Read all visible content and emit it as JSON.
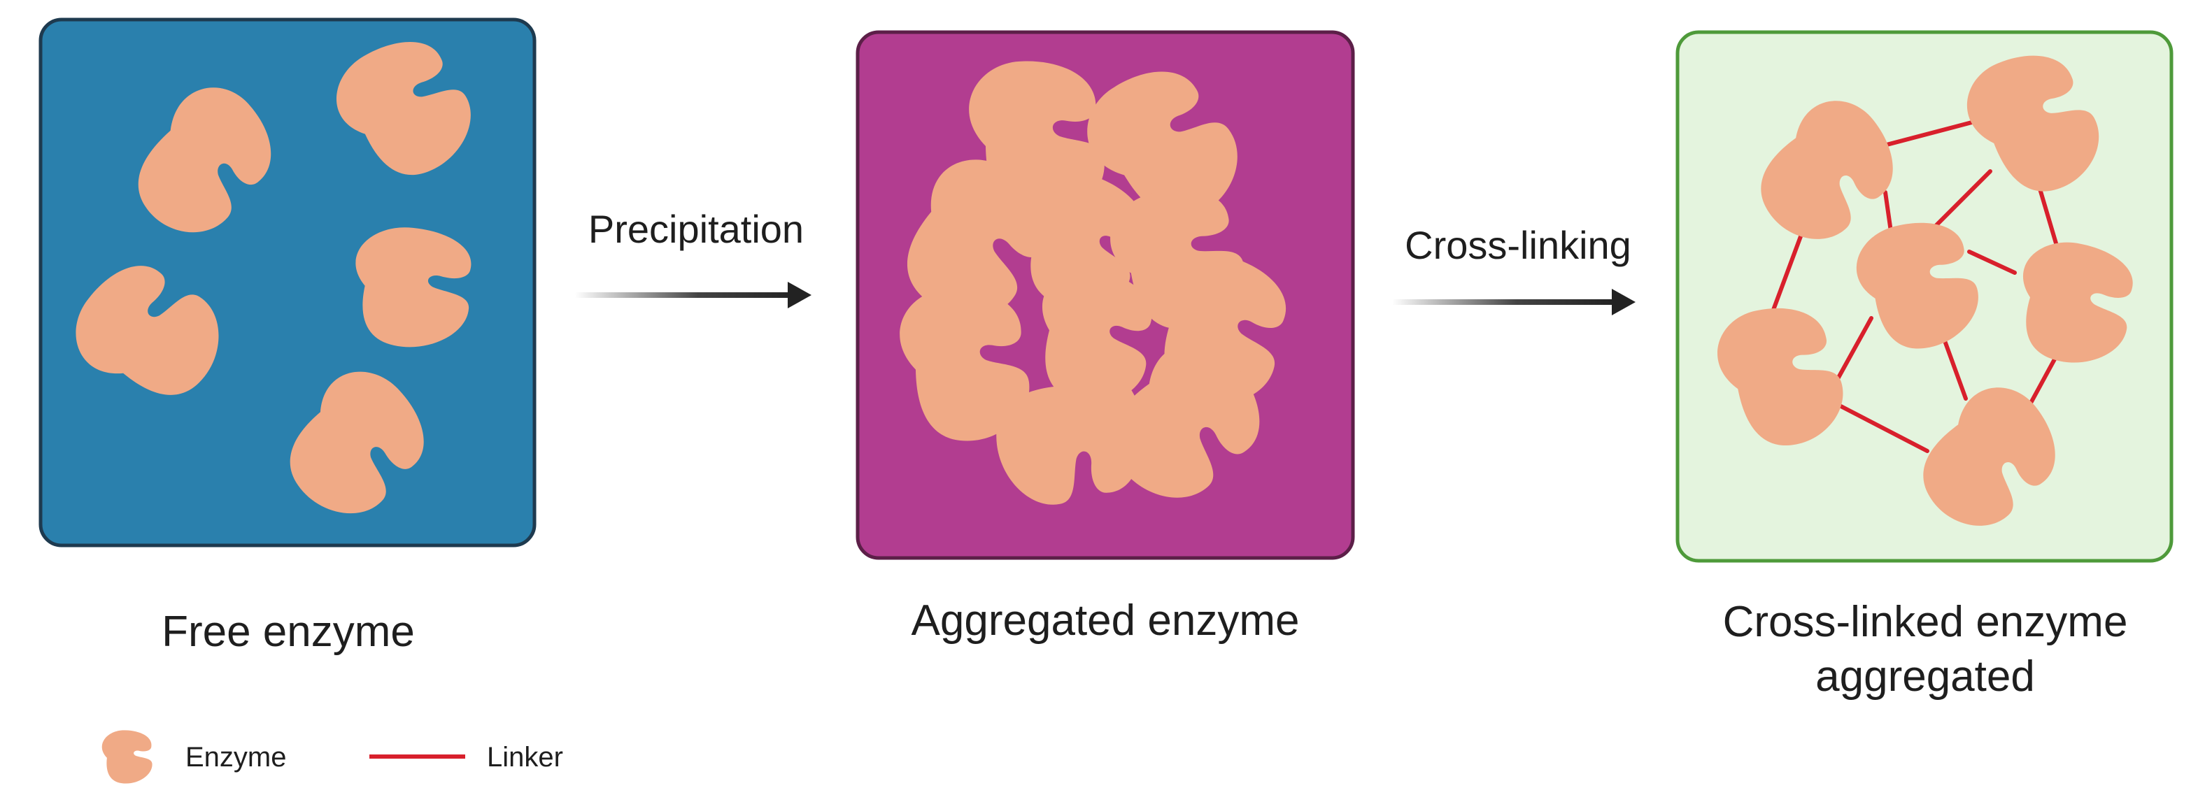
{
  "diagram": {
    "steps": [
      {
        "label": "Free enzyme"
      },
      {
        "label": "Aggregated enzyme"
      },
      {
        "label_line1": "Cross-linked enzyme",
        "label_line2": "aggregated"
      }
    ],
    "arrows": [
      {
        "label": "Precipitation"
      },
      {
        "label": "Cross-linking"
      }
    ],
    "legend": {
      "enzyme_label": "Enzyme",
      "linker_label": "Linker"
    },
    "colors": {
      "free_panel_fill": "#2a80ad",
      "free_panel_border": "#1e3a4f",
      "aggregate_panel_fill": "#b23d90",
      "aggregate_panel_border": "#5c1f48",
      "clea_panel_fill": "#e4f4de",
      "clea_panel_border": "#4e9a3a",
      "enzyme": "#f0aa86",
      "linker": "#d8202c",
      "arrow": "#222222"
    }
  }
}
